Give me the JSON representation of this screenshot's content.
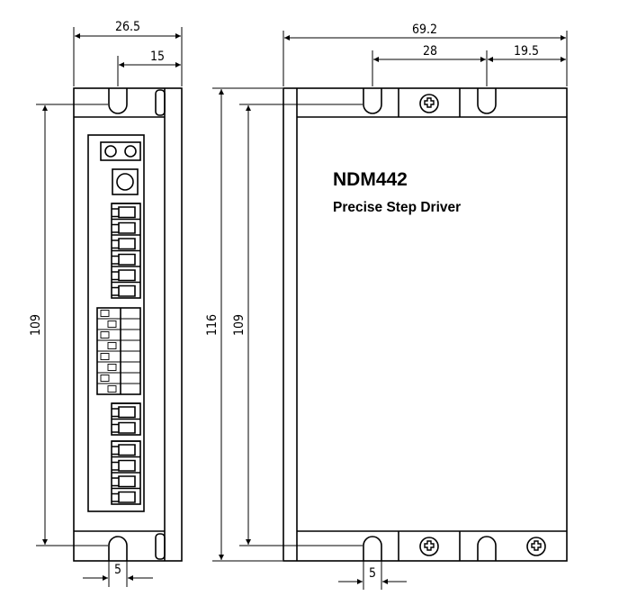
{
  "product": {
    "model": "NDM442",
    "subtitle": "Precise Step Driver"
  },
  "dimensions": {
    "side_width": "26.5",
    "side_offset": "15",
    "side_height": "109",
    "side_slot": "5",
    "front_width": "69.2",
    "front_hole_spacing": "28",
    "front_hole_offset": "19.5",
    "front_total_height": "116",
    "front_hole_height": "109",
    "front_slot": "5"
  },
  "side_view": {
    "terminal_groups": [
      6,
      2,
      4
    ],
    "dip_switches": 8
  },
  "colors": {
    "line": "#000000",
    "background": "#ffffff"
  }
}
